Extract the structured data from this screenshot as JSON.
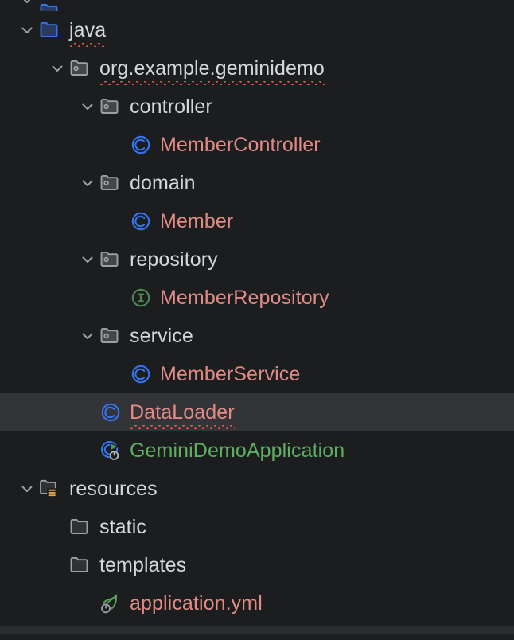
{
  "theme": {
    "background": "#1b1d1e",
    "selection_background": "#323438",
    "text_default": "#d6d7d9",
    "text_class": "#e28b86",
    "text_runnable": "#60ae61",
    "error_squiggle": "#d9534f",
    "folder_gray": "#9aa0a6",
    "source_root_blue": "#3574f0",
    "resource_root_orange": "#e8a33d",
    "class_icon_blue": "#3574f0",
    "interface_icon_green": "#4d8a53",
    "bottom_bar": "#2b2d30"
  },
  "tree": {
    "name": "project-tool-window-tree",
    "rows": [
      {
        "id": "main",
        "label": "",
        "icon": "source-root-folder-icon",
        "indent": 0,
        "chevron": "expanded",
        "clipped": true,
        "squiggle": true,
        "selected": false,
        "color": "c-plain"
      },
      {
        "id": "java",
        "label": "java",
        "icon": "source-root-folder-icon",
        "indent": 0,
        "chevron": "expanded",
        "clipped": false,
        "squiggle": true,
        "selected": false,
        "color": "c-plain"
      },
      {
        "id": "org-example-geminidemo",
        "label": "org.example.geminidemo",
        "icon": "package-folder-icon",
        "indent": 1,
        "chevron": "expanded",
        "clipped": false,
        "squiggle": true,
        "selected": false,
        "color": "c-plain"
      },
      {
        "id": "controller",
        "label": "controller",
        "icon": "package-folder-icon",
        "indent": 2,
        "chevron": "expanded",
        "clipped": false,
        "squiggle": false,
        "selected": false,
        "color": "c-plain"
      },
      {
        "id": "MemberController",
        "label": "MemberController",
        "icon": "java-class-icon",
        "indent": 3,
        "chevron": "none",
        "clipped": false,
        "squiggle": false,
        "selected": false,
        "color": "c-class"
      },
      {
        "id": "domain",
        "label": "domain",
        "icon": "package-folder-icon",
        "indent": 2,
        "chevron": "expanded",
        "clipped": false,
        "squiggle": false,
        "selected": false,
        "color": "c-plain"
      },
      {
        "id": "Member",
        "label": "Member",
        "icon": "java-class-icon",
        "indent": 3,
        "chevron": "none",
        "clipped": false,
        "squiggle": false,
        "selected": false,
        "color": "c-class"
      },
      {
        "id": "repository",
        "label": "repository",
        "icon": "package-folder-icon",
        "indent": 2,
        "chevron": "expanded",
        "clipped": false,
        "squiggle": false,
        "selected": false,
        "color": "c-plain"
      },
      {
        "id": "MemberRepository",
        "label": "MemberRepository",
        "icon": "java-interface-icon",
        "indent": 3,
        "chevron": "none",
        "clipped": false,
        "squiggle": false,
        "selected": false,
        "color": "c-class"
      },
      {
        "id": "service",
        "label": "service",
        "icon": "package-folder-icon",
        "indent": 2,
        "chevron": "expanded",
        "clipped": false,
        "squiggle": false,
        "selected": false,
        "color": "c-plain"
      },
      {
        "id": "MemberService",
        "label": "MemberService",
        "icon": "java-class-icon",
        "indent": 3,
        "chevron": "none",
        "clipped": false,
        "squiggle": false,
        "selected": false,
        "color": "c-class"
      },
      {
        "id": "DataLoader",
        "label": "DataLoader",
        "icon": "java-class-icon",
        "indent": 2,
        "chevron": "none",
        "clipped": false,
        "squiggle": true,
        "selected": true,
        "color": "c-class"
      },
      {
        "id": "GeminiDemoApplication",
        "label": "GeminiDemoApplication",
        "icon": "runnable-spring-class-icon",
        "indent": 2,
        "chevron": "none",
        "clipped": false,
        "squiggle": false,
        "selected": false,
        "color": "c-run"
      },
      {
        "id": "resources",
        "label": "resources",
        "icon": "resource-root-folder-icon",
        "indent": 0,
        "chevron": "expanded",
        "clipped": false,
        "squiggle": false,
        "selected": false,
        "color": "c-plain"
      },
      {
        "id": "static",
        "label": "static",
        "icon": "folder-icon",
        "indent": 1,
        "chevron": "none",
        "clipped": false,
        "squiggle": false,
        "selected": false,
        "color": "c-plain"
      },
      {
        "id": "templates",
        "label": "templates",
        "icon": "folder-icon",
        "indent": 1,
        "chevron": "none",
        "clipped": false,
        "squiggle": false,
        "selected": false,
        "color": "c-plain"
      },
      {
        "id": "application-yml",
        "label": "application.yml",
        "icon": "spring-config-file-icon",
        "indent": 2,
        "chevron": "none",
        "clipped": false,
        "squiggle": false,
        "selected": false,
        "color": "c-file"
      }
    ]
  }
}
